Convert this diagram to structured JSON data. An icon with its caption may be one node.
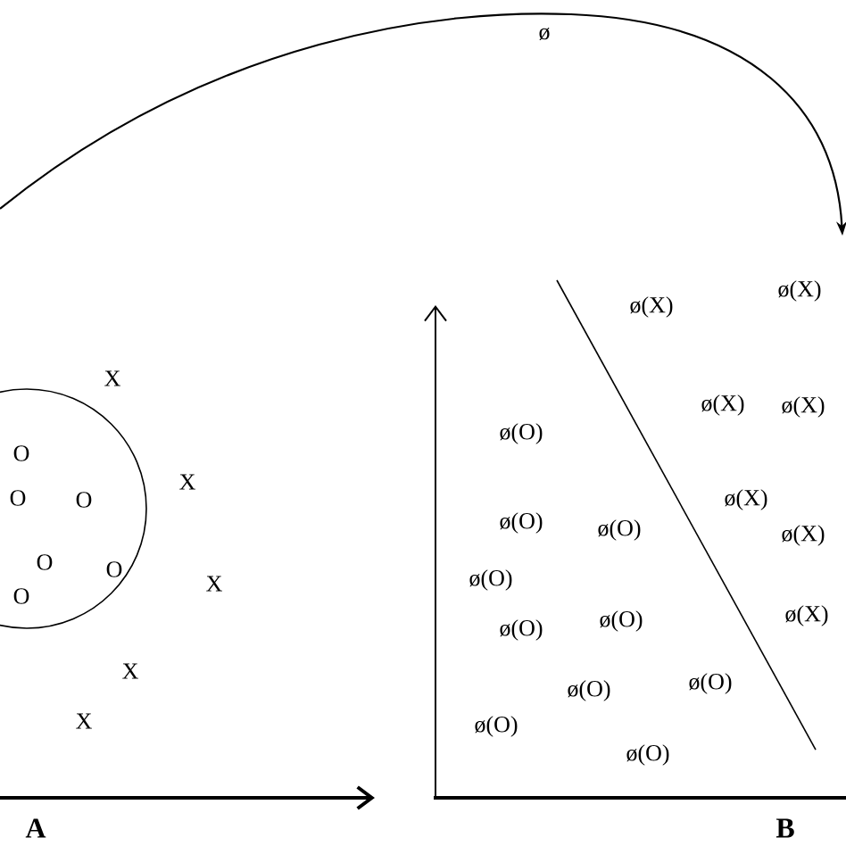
{
  "diagram": {
    "nodes": [
      {
        "text": [
          "O",
          "O",
          "O",
          "O",
          "O",
          "O"
        ]
      }
    ],
    "labels": [
      "ø",
      "ø(X)",
      "ø(X)",
      "X",
      "ø(X)",
      "ø(X)",
      "X",
      "ø(O)",
      "ø(X)",
      "ø(X)",
      "ø(O)",
      "ø(O)",
      "ø(X)",
      "X",
      "ø(O)",
      "ø(O)",
      "ø(O)",
      "X",
      "ø(O)",
      "ø(O)",
      "X",
      "ø(O)",
      "ø(O)",
      "A",
      "B"
    ]
  }
}
